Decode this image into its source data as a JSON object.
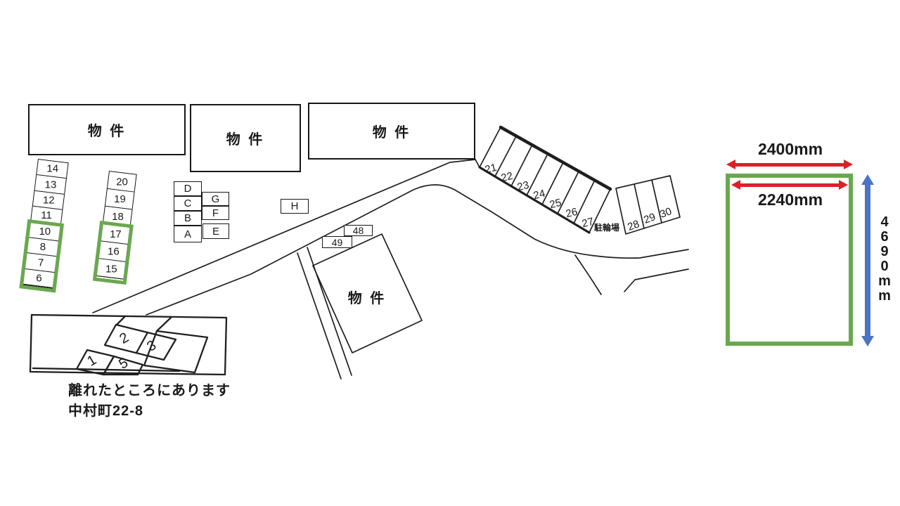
{
  "buildings": {
    "b1": {
      "label": "物 件"
    },
    "b2": {
      "label": "物 件"
    },
    "b3": {
      "label": "物 件"
    },
    "b4": {
      "label": "物 件"
    }
  },
  "columns": {
    "col1": {
      "cells": [
        "14",
        "13",
        "12",
        "11",
        "10",
        "8",
        "7",
        "6"
      ]
    },
    "col2": {
      "cells": [
        "20",
        "19",
        "18",
        "17",
        "16",
        "15"
      ]
    },
    "letters_left": [
      "D",
      "C",
      "B",
      "A"
    ],
    "letters_right": [
      "G",
      "F",
      "E"
    ],
    "h_label": "H",
    "s48": "48",
    "s49": "49"
  },
  "strip": {
    "numbers": [
      "21",
      "22",
      "23",
      "24",
      "25",
      "26",
      "27"
    ]
  },
  "block_28_30": {
    "numbers": [
      "28",
      "29",
      "30"
    ],
    "bike_parking_label": "駐輪場"
  },
  "remote_lot": {
    "numbers": {
      "n2": "2",
      "n3": "3",
      "n1": "1",
      "n5": "5"
    },
    "note_line1": "離れたところにあります",
    "note_line2": "中村町22-8"
  },
  "dimensions": {
    "width_outer": "2400mm",
    "width_inner": "2240mm",
    "height": "4690mm",
    "height_chars": [
      "4",
      "6",
      "9",
      "0",
      "m",
      "m"
    ]
  },
  "colors": {
    "highlight_green": "#6aa84f",
    "arrow_red": "#da2128",
    "arrow_blue": "#4a74c4"
  }
}
